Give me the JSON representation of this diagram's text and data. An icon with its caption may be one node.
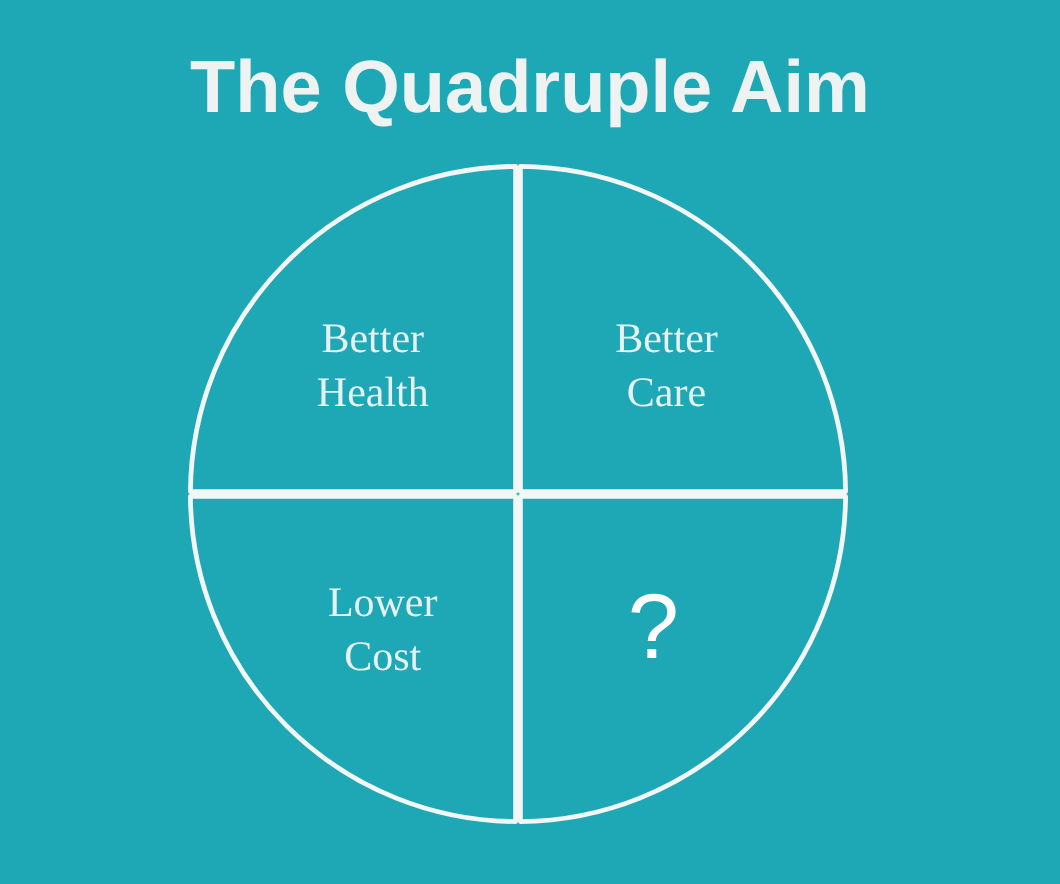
{
  "diagram": {
    "title": "The Quadruple Aim",
    "nodes": [
      {
        "text": [
          "Better Health"
        ]
      },
      {
        "text": [
          "Better Care"
        ]
      },
      {
        "text": [
          "Lower Cost"
        ]
      },
      {
        "text": [
          "?"
        ]
      }
    ]
  }
}
